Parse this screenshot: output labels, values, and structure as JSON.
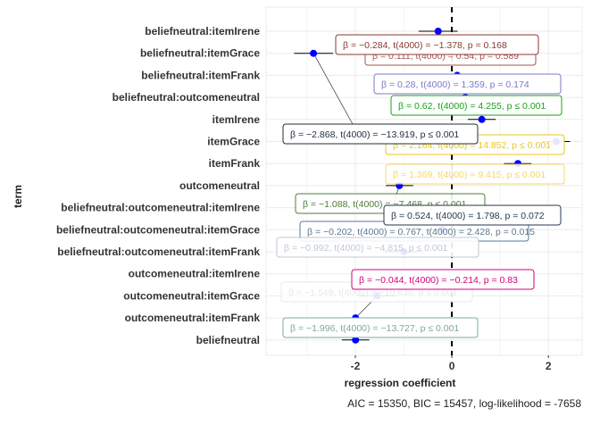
{
  "chart_data": {
    "type": "scatter",
    "subtype": "coefficient-plot",
    "ylabel": "term",
    "xlabel": "regression coefficient",
    "caption": "AIC = 15350, BIC = 15457, log-likelihood = -7658",
    "xlim": [
      -3.85,
      2.7
    ],
    "xticks": [
      -2,
      0,
      2
    ],
    "grid": true,
    "zero_line": true,
    "point_color": "#0000ff",
    "terms": [
      {
        "term": "beliefneutral:itemIrene",
        "estimate": -0.284,
        "ci": [
          -0.69,
          0.12
        ],
        "label": {
          "beta": "−0.284",
          "t": "−1.378",
          "p": "p = 0.168"
        },
        "label_color": "#8b3a2e",
        "label_visible": true
      },
      {
        "term": "beliefneutral:itemGrace",
        "estimate": -2.868,
        "ci": [
          -3.27,
          -2.46
        ],
        "label": {
          "beta": "−2.868",
          "t": "−13.919",
          "p": "p ≤ 0.001"
        },
        "label_color": "#1f2d3d",
        "label_visible": true
      },
      {
        "term": "beliefneutral:itemFrank",
        "estimate": 0.111,
        "ci": [
          -0.29,
          0.51
        ],
        "label": {
          "beta": "0.111",
          "t": "0.54",
          "p": "p = 0.589"
        },
        "label_color": "#a04040",
        "label_visible": false
      },
      {
        "term": "beliefneutral:outcomeneutral",
        "estimate": 0.28,
        "ci": [
          -0.12,
          0.68
        ],
        "label": {
          "beta": "0.28",
          "t": "1.359",
          "p": "p = 0.174"
        },
        "label_color": "#7b79c4",
        "label_visible": true
      },
      {
        "term": "itemIrene",
        "estimate": 0.62,
        "ci": [
          0.33,
          0.91
        ],
        "label": {
          "beta": "0.62",
          "t": "4.255",
          "p": "p ≤ 0.001"
        },
        "label_color": "#17a317",
        "label_visible": true
      },
      {
        "term": "itemGrace",
        "estimate": 2.164,
        "ci": [
          1.88,
          2.45
        ],
        "label": {
          "beta": "2.164",
          "t": "14.852",
          "p": "p ≤ 0.001"
        },
        "label_color": "#e8c200",
        "label_visible": false
      },
      {
        "term": "itemFrank",
        "estimate": 1.369,
        "ci": [
          1.08,
          1.65
        ],
        "label": {
          "beta": "1.369",
          "t": "9.415",
          "p": "p ≤ 0.001"
        },
        "label_color": "#f2d35a",
        "label_visible": false
      },
      {
        "term": "outcomeneutral",
        "estimate": -1.088,
        "ci": [
          -1.37,
          -0.8
        ],
        "label": {
          "beta": "−1.088",
          "t": "−7.468",
          "p": "p ≤ 0.001"
        },
        "label_color": "#3b6e1e",
        "label_visible": false
      },
      {
        "term": "beliefneutral:outcomeneutral:itemIrene",
        "estimate": 0.524,
        "ci": [
          -0.05,
          1.1
        ],
        "label": {
          "beta": "0.524",
          "t": "1.798",
          "p": "p = 0.072"
        },
        "label_color": "#263a4d",
        "label_visible": true
      },
      {
        "term": "beliefneutral:outcomeneutral:itemGrace",
        "estimate": -0.202,
        "ci": [
          -0.78,
          0.37
        ],
        "label": {
          "beta": "−0.202",
          "t": "",
          "p": ""
        },
        "label_color": "#4a6a85",
        "label_visible": false
      },
      {
        "term": "beliefneutral:outcomeneutral:itemFrank",
        "estimate": -0.992,
        "ci": [
          -1.4,
          -0.59
        ],
        "label": {
          "beta": "−0.992",
          "t": "−4.815",
          "p": "p ≤ 0.001"
        },
        "label_color": "#b9c3cf",
        "label_visible": false
      },
      {
        "term": "outcomeneutral:itemIrene",
        "estimate": -0.044,
        "ci": [
          -0.45,
          0.36
        ],
        "label": {
          "beta": "−0.044",
          "t": "−0.214",
          "p": "p = 0.83"
        },
        "label_color": "#d4007a",
        "label_visible": true
      },
      {
        "term": "outcomeneutral:itemGrace",
        "estimate": -1.549,
        "ci": [
          -1.95,
          -1.14
        ],
        "label": {
          "beta": "−1.549",
          "t": "",
          "p": ""
        },
        "label_color": "#e6e6e6",
        "label_visible": false
      },
      {
        "term": "outcomeneutral:itemFrank",
        "estimate": -1.996,
        "ci": [
          -2.28,
          -1.71
        ],
        "label": {
          "beta": "−1.996",
          "t": "−13.727",
          "p": "p ≤ 0.001"
        },
        "label_color": "#7fa89a",
        "label_visible": true
      },
      {
        "term": "beliefneutral",
        "estimate": -1.996,
        "ci": [
          -2.28,
          -1.71
        ],
        "label": null,
        "label_color": null,
        "label_visible": false
      }
    ],
    "extra_labels": [
      {
        "text_beta": "0.767",
        "t": "2.428",
        "p": "p = 0.015",
        "color": "#4a6a85"
      }
    ]
  }
}
